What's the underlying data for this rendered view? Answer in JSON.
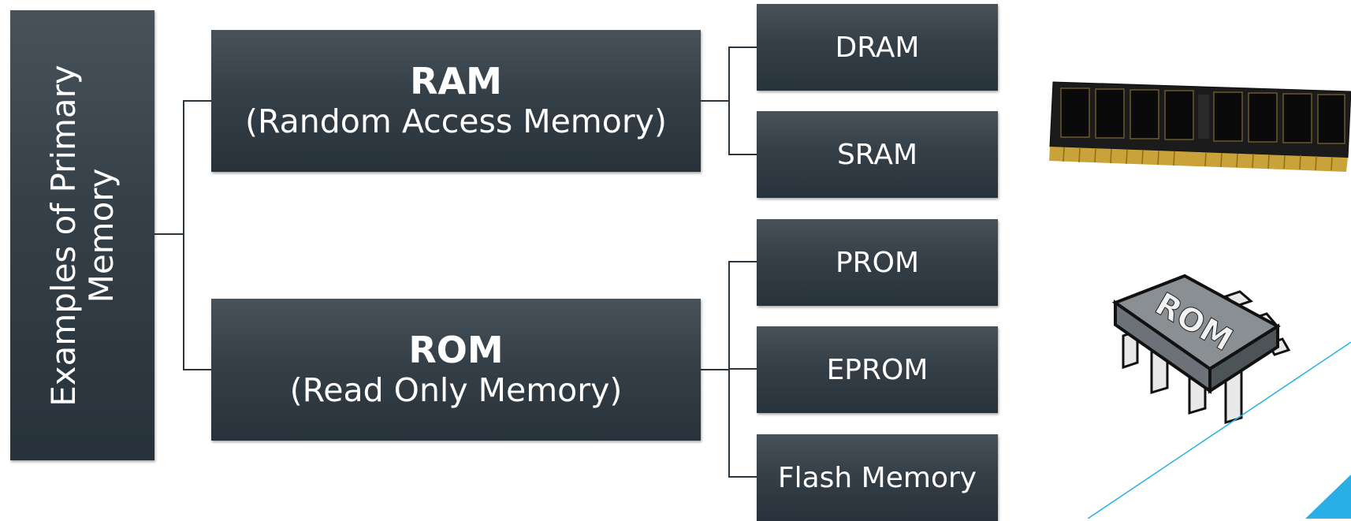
{
  "root": {
    "line1": "Examples of Primary",
    "line2": "Memory"
  },
  "ram": {
    "title": "RAM",
    "subtitle": "(Random Access Memory)"
  },
  "rom": {
    "title": "ROM",
    "subtitle": "(Read Only Memory)"
  },
  "ram_types": [
    "DRAM",
    "SRAM"
  ],
  "rom_types": [
    "PROM",
    "EPROM",
    "Flash Memory"
  ],
  "images": {
    "rom_chip_label": "ROM"
  },
  "colors": {
    "box": "#2e3942",
    "accent": "#29aee6",
    "connector": "#2b353d"
  }
}
